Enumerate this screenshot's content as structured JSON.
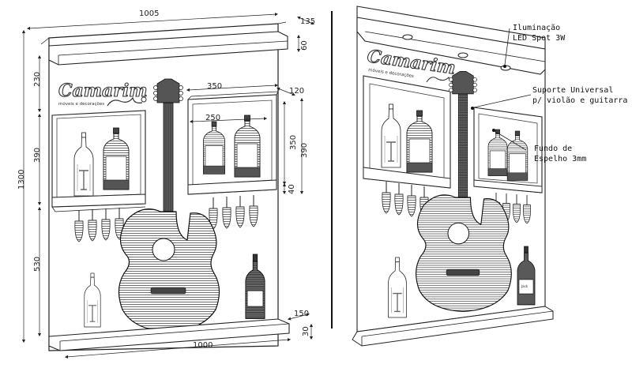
{
  "brand": {
    "name": "Camarim",
    "tagline": "móveis e decorações"
  },
  "dimensions": {
    "width_top": "1005",
    "depth_top": "135",
    "shelf_height": "60",
    "top_section": "230",
    "box_height": "390",
    "total_height": "1300",
    "bottom_section": "530",
    "box_width": "350",
    "box_depth": "120",
    "inner_width": "250",
    "inner_height": "350",
    "base_offset": "40",
    "right_box_height": "390",
    "base_depth": "150",
    "base_height": "30",
    "width_bottom": "1000"
  },
  "annotations": {
    "lighting": [
      "Iluminação",
      "LED Spot 3W"
    ],
    "support": [
      "Suporte Universal",
      "p/ violão e guitarra"
    ],
    "mirror": [
      "Fundo de",
      "Espelho 3mm"
    ]
  },
  "bottle_labels": {
    "whisky": "Jack"
  }
}
